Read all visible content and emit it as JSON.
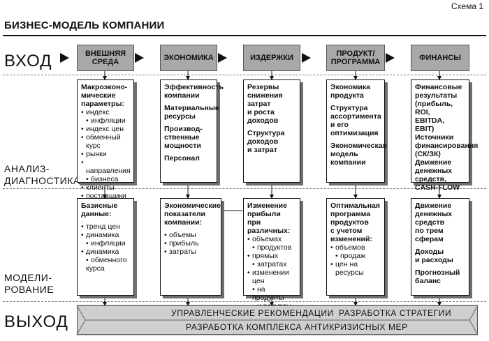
{
  "scheme_label": "Схема 1",
  "title": "БИЗНЕС-МОДЕЛЬ КОМПАНИИ",
  "rows": {
    "input": "ВХОД",
    "analysis": [
      "АНАЛИЗ-",
      "ДИАГНОСТИКА"
    ],
    "modeling": [
      "МОДЕЛИ-",
      "РОВАНИЕ"
    ],
    "output": "ВЫХОД"
  },
  "headers": [
    {
      "lines": [
        "ВНЕШНЯЯ",
        "СРЕДА"
      ]
    },
    {
      "lines": [
        "ЭКОНОМИКА"
      ]
    },
    {
      "lines": [
        "ИЗДЕРЖКИ"
      ]
    },
    {
      "lines": [
        "ПРОДУКТ/",
        "ПРОГРАММА"
      ]
    },
    {
      "lines": [
        "ФИНАНСЫ"
      ]
    }
  ],
  "analysis_boxes": [
    {
      "heading": [
        "Макроэконо-",
        "мические",
        "параметры:"
      ],
      "bullets": [
        "индекс",
        "инфляции",
        "индекс цен",
        "обменный курс",
        "рынки",
        "направления",
        "бизнеса",
        "клиенты",
        "поставщики"
      ]
    },
    {
      "groups": [
        [
          "Эффективность",
          "компании"
        ],
        [
          "Материальные",
          "ресурсы"
        ],
        [
          "Производ-",
          "ственные",
          "мощности"
        ],
        [
          "Персонал"
        ]
      ]
    },
    {
      "groups": [
        [
          "Резервы",
          "снижения",
          "затрат",
          "и роста",
          "доходов"
        ],
        [
          "Структура",
          "доходов",
          "и затрат"
        ]
      ]
    },
    {
      "groups": [
        [
          "Экономика",
          "продукта"
        ],
        [
          "Структура",
          "ассортимента",
          "и его",
          "оптимизация"
        ],
        [
          "Экономическая",
          "модель",
          "компании"
        ]
      ]
    },
    {
      "groups": [
        [
          "Финансовые",
          "результаты",
          "(прибыль, ROI,",
          "EBITDA, EBIT)",
          "Источники",
          "финансирования",
          "(СК/ЗК)",
          "Движение",
          "денежных",
          "средств,",
          "CASH-FLOW"
        ]
      ]
    }
  ],
  "modeling_boxes": [
    {
      "heading": [
        "Базисные",
        "данные:"
      ],
      "bullets": [
        "тренд цен",
        "динамика",
        "инфляции",
        "динамика",
        "обменного курса"
      ]
    },
    {
      "heading": [
        "Экономические",
        "показатели",
        "компании:"
      ],
      "bullets": [
        "объемы",
        "прибыль",
        "затраты"
      ]
    },
    {
      "heading": [
        "Изменение",
        "прибыли",
        "при различных:"
      ],
      "bullets": [
        "объемах",
        "продуктов",
        "прямых",
        "затратах",
        "изменении цен",
        "на продукты",
        "и ресурсы"
      ]
    },
    {
      "heading": [
        "Оптимальная",
        "программа",
        "продуктов",
        "с учетом",
        "изменений:"
      ],
      "bullets": [
        "объемов",
        "продаж",
        "цен на ресурсы"
      ]
    },
    {
      "groups": [
        [
          "Движение",
          "денежных",
          "средств",
          "по трем",
          "сферам"
        ],
        [
          "Доходы",
          "и расходы"
        ],
        [
          "Прогнозный",
          "баланс"
        ]
      ]
    }
  ],
  "output": {
    "left": "УПРАВЛЕНЧЕСКИЕ РЕКОМЕНДАЦИИ",
    "right": "РАЗРАБОТКА СТРАТЕГИИ",
    "bottom": "РАЗРАБОТКА КОМПЛЕКСА АНТИКРИЗИСНЫХ МЕР"
  },
  "colors": {
    "header_fill": "#a8a8a8",
    "shadow": "#6f6f6f",
    "output_fill": "#cfcfcf"
  }
}
